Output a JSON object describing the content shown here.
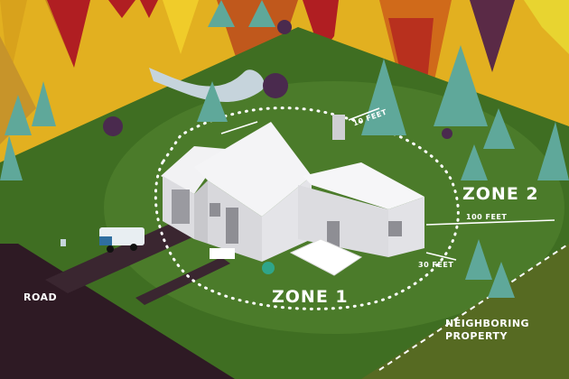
{
  "diagram": {
    "subject": "Home defensible space zones",
    "labels": {
      "zone1": "ZONE 1",
      "zone2": "ZONE 2",
      "road": "ROAD",
      "neighboring": "NEIGHBORING",
      "property": "PROPERTY",
      "dist_10": "10 FEET",
      "dist_30": "30 FEET",
      "dist_100": "100 FEET"
    },
    "colors": {
      "grass": "#3f6e22",
      "grass_dark": "#2f5a1a",
      "zone2_fill": "#4a7a2a",
      "road": "#2e1a24",
      "house": "#e9e9ec",
      "tree": "#5fa89a",
      "fire_yellow": "#e9c22a",
      "fire_orange": "#d98a1e",
      "fire_red": "#b01e22",
      "purple_shrub": "#4a2a4e"
    }
  }
}
